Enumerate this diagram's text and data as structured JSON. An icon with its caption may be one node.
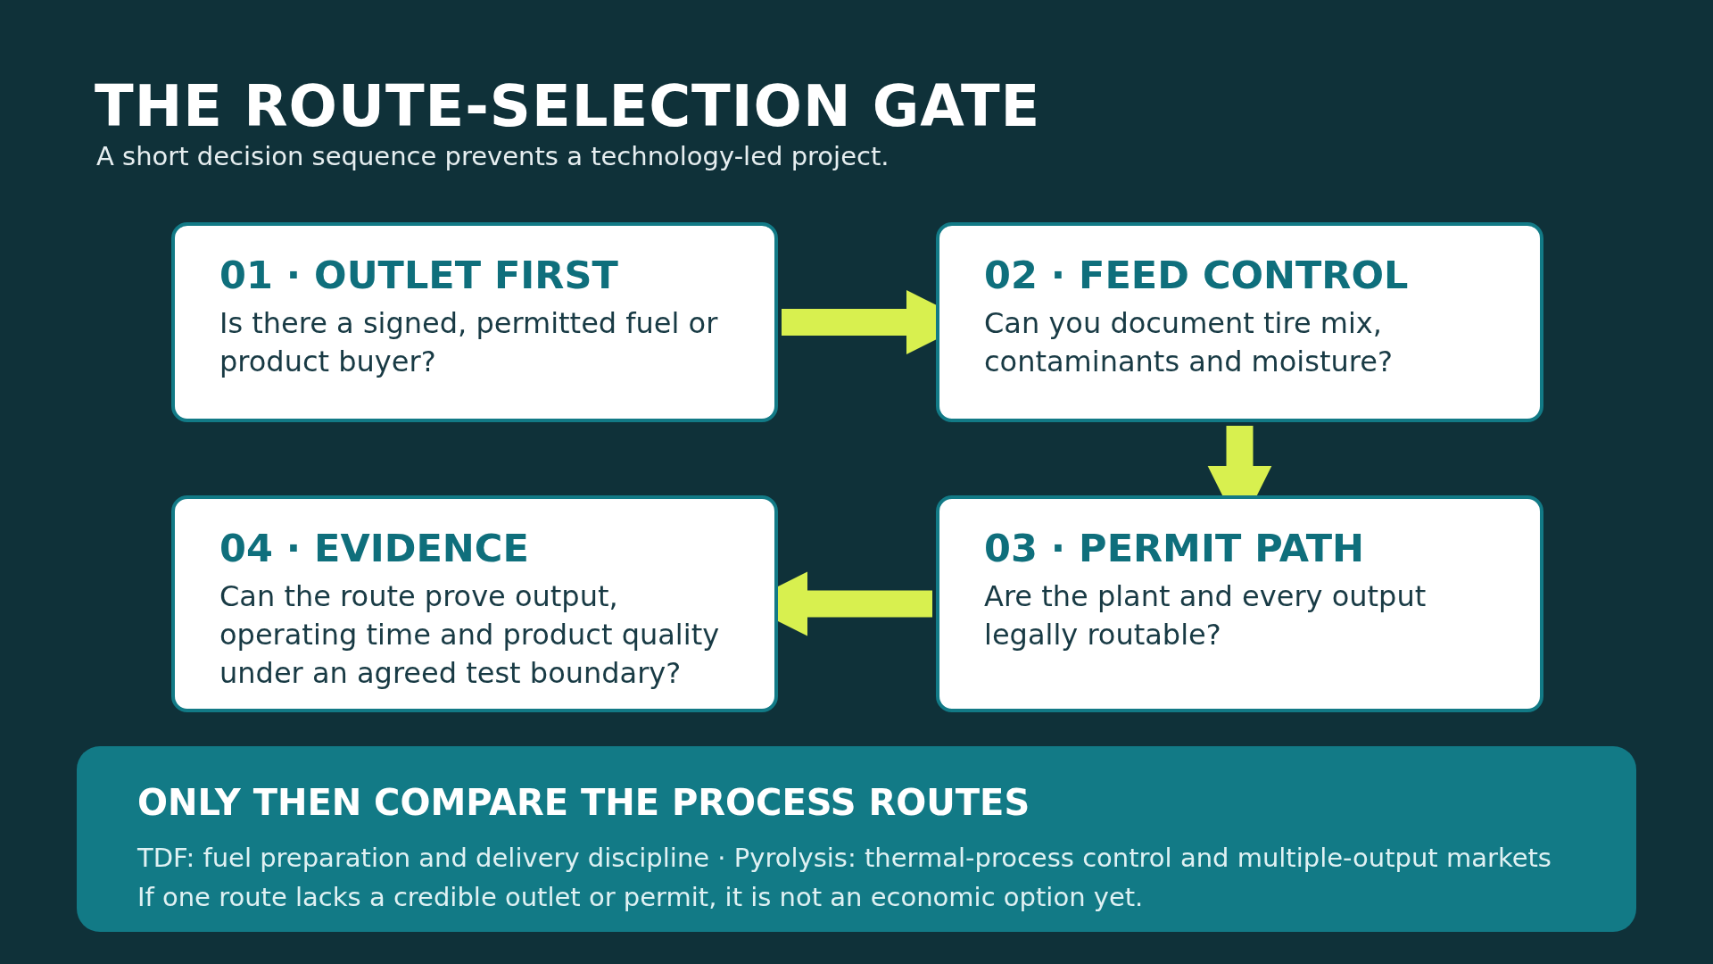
{
  "diagram": {
    "title": "THE ROUTE-SELECTION GATE",
    "caption": "A short decision sequence prevents a technology-led project.",
    "nodes": [
      {
        "text": [
          "01 · OUTLET FIRST",
          "Is there a signed, permitted fuel or product buyer?"
        ]
      },
      {
        "text": [
          "02 · FEED CONTROL",
          "Can you document tire mix, contaminants and moisture?"
        ]
      },
      {
        "text": [
          "03 · PERMIT PATH",
          "Are the plant and every output legally routable?"
        ]
      },
      {
        "text": [
          "04 · EVIDENCE",
          "Can the route prove output, operating time and product quality under an agreed test boundary?"
        ]
      },
      {
        "text": [
          "ONLY THEN COMPARE THE PROCESS ROUTES",
          "TDF: fuel preparation and delivery discipline · Pyrolysis: thermal-process control and multiple-output markets",
          "If one route lacks a credible outlet or permit, it is not an economic option yet."
        ]
      }
    ],
    "edges": [
      {
        "from": 0,
        "to": 1,
        "arrow": "to"
      },
      {
        "from": 1,
        "to": 2,
        "arrow": "to"
      },
      {
        "from": 2,
        "to": 3,
        "arrow": "to"
      }
    ]
  }
}
